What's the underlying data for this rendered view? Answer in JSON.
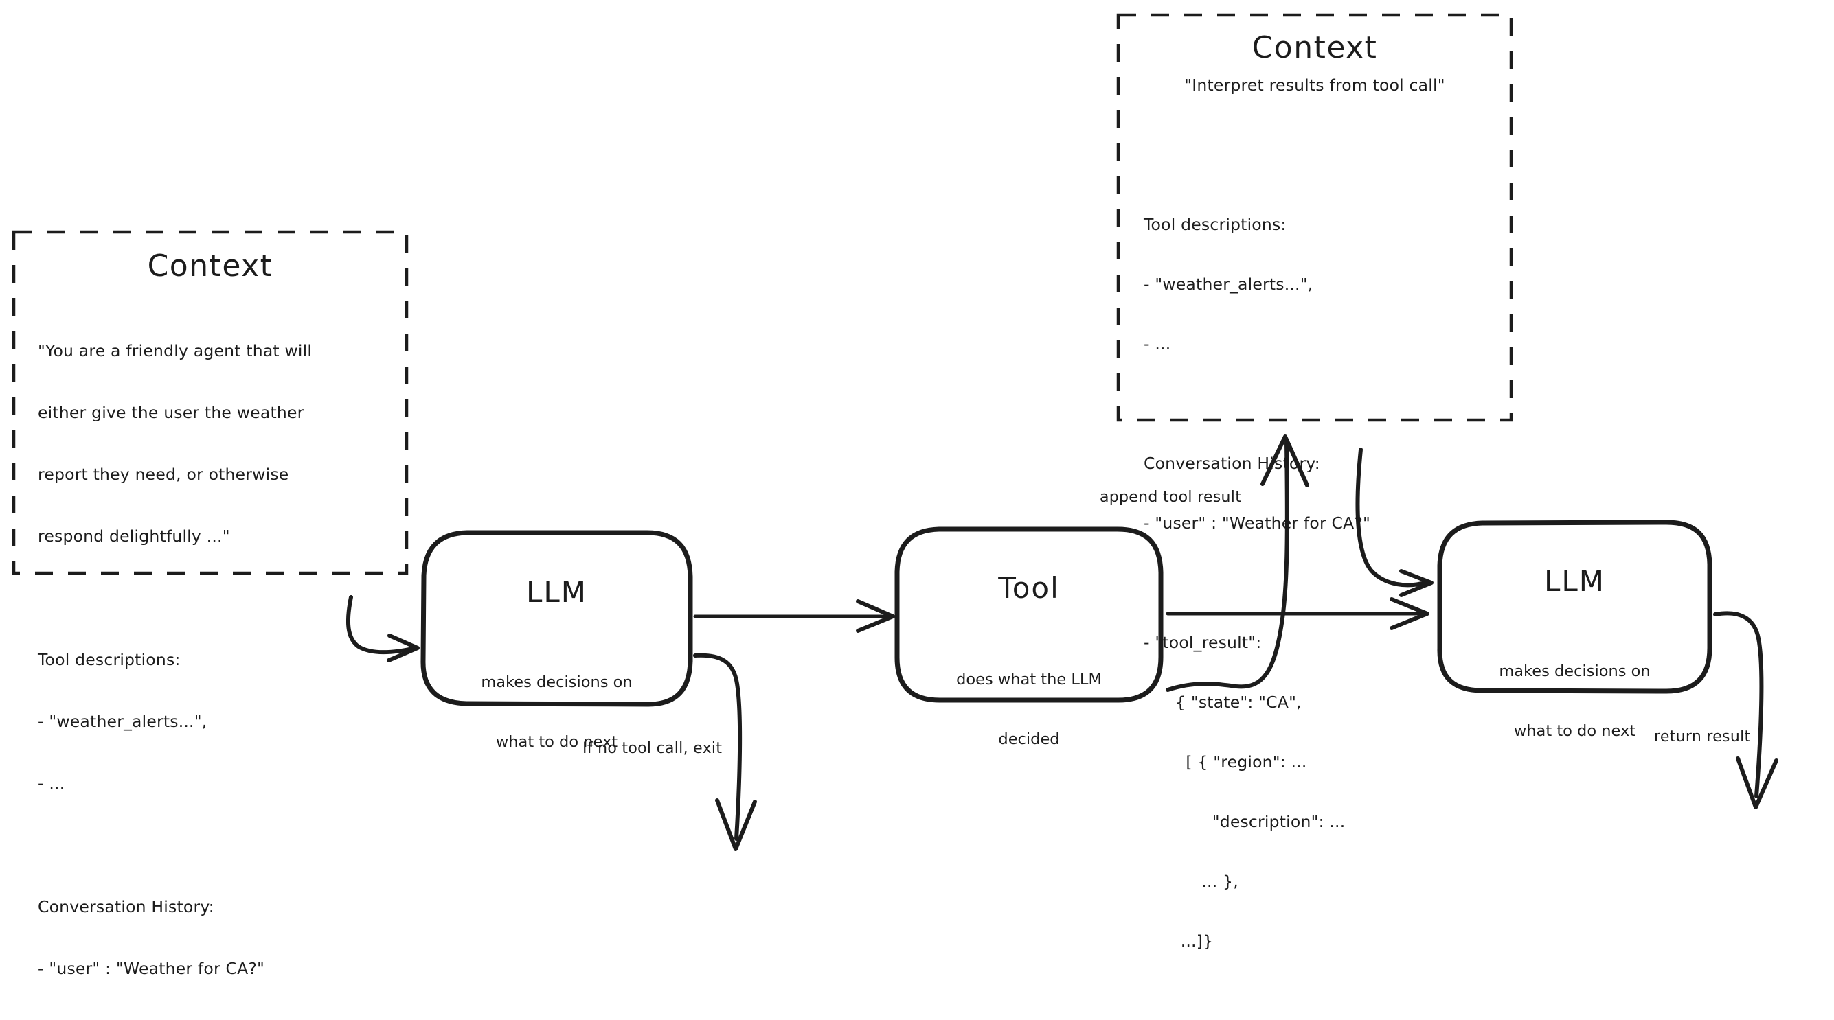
{
  "diagram": {
    "type": "agent-loop-flowchart",
    "ink_color": "#1c1c1c",
    "background": "#ffffff"
  },
  "context_left": {
    "title": "Context",
    "lines": [
      "\"You are a friendly agent that will",
      "either give the user the weather",
      "report they need, or otherwise",
      "respond delightfully ...\"",
      "",
      "Tool descriptions:",
      "- \"weather_alerts...\",",
      "- ...",
      "",
      "Conversation History:",
      "- \"user\" : \"Weather for CA?\""
    ]
  },
  "context_right": {
    "title": "Context",
    "lines": [
      "\"Interpret results from tool call\"",
      "",
      "Tool descriptions:",
      "- \"weather_alerts...\",",
      "- ...",
      "",
      "Conversation History:",
      "- \"user\" : \"Weather for CA?\"",
      "",
      "- \"tool_result\":",
      "      { \"state\": \"CA\",",
      "        [ { \"region\": ...",
      "             \"description\": ...",
      "           ... },",
      "       ...]}"
    ]
  },
  "nodes": {
    "llm_first": {
      "title": "LLM",
      "subtitle_line1": "makes decisions on",
      "subtitle_line2": "what to do next"
    },
    "tool": {
      "title": "Tool",
      "subtitle_line1": "does what the LLM",
      "subtitle_line2": "decided"
    },
    "llm_second": {
      "title": "LLM",
      "subtitle_line1": "makes decisions on",
      "subtitle_line2": "what to do next"
    }
  },
  "edges": {
    "context_to_llm": {
      "label": ""
    },
    "llm_to_tool": {
      "label": ""
    },
    "tool_to_context": {
      "label": "append tool result"
    },
    "context_to_llm2": {
      "label": ""
    },
    "tool_to_llm2": {
      "label": ""
    },
    "llm_exit": {
      "label": "If no tool call, exit"
    },
    "llm2_return": {
      "label": "return result"
    }
  }
}
